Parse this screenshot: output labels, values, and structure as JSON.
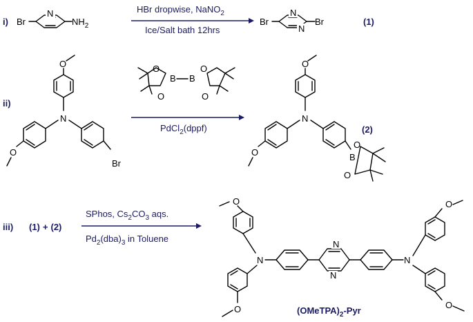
{
  "steps": {
    "i": "i)",
    "ii": "ii)",
    "iii": "iii)"
  },
  "reaction1": {
    "reagent_top": "HBr dropwise, NaNO",
    "reagent_top_sub": "2",
    "reagent_bottom": "Ice/Salt bath 12hrs",
    "product_label": "(1)"
  },
  "reaction2": {
    "reagent_bottom": "PdCl",
    "reagent_bottom_sub": "2",
    "reagent_bottom_tail": "(dppf)",
    "product_label": "(2)"
  },
  "reaction3": {
    "reactants_a": "(1)",
    "reactants_plus": "+",
    "reactants_b": "(2)",
    "reagent_top": "SPhos, Cs",
    "reagent_top_sub1": "2",
    "reagent_top_mid": "CO",
    "reagent_top_sub2": "3",
    "reagent_top_tail": " aqs.",
    "reagent_bottom": "Pd",
    "reagent_bottom_sub1": "2",
    "reagent_bottom_mid": "(dba)",
    "reagent_bottom_sub2": "3",
    "reagent_bottom_tail": " in Toluene",
    "product_name": "(OMeTPA)",
    "product_name_sub": "2",
    "product_name_tail": "-Pyr"
  },
  "atoms": {
    "Br": "Br",
    "N": "N",
    "O": "O",
    "B": "B",
    "NH": "NH",
    "NH_sub": "2"
  }
}
